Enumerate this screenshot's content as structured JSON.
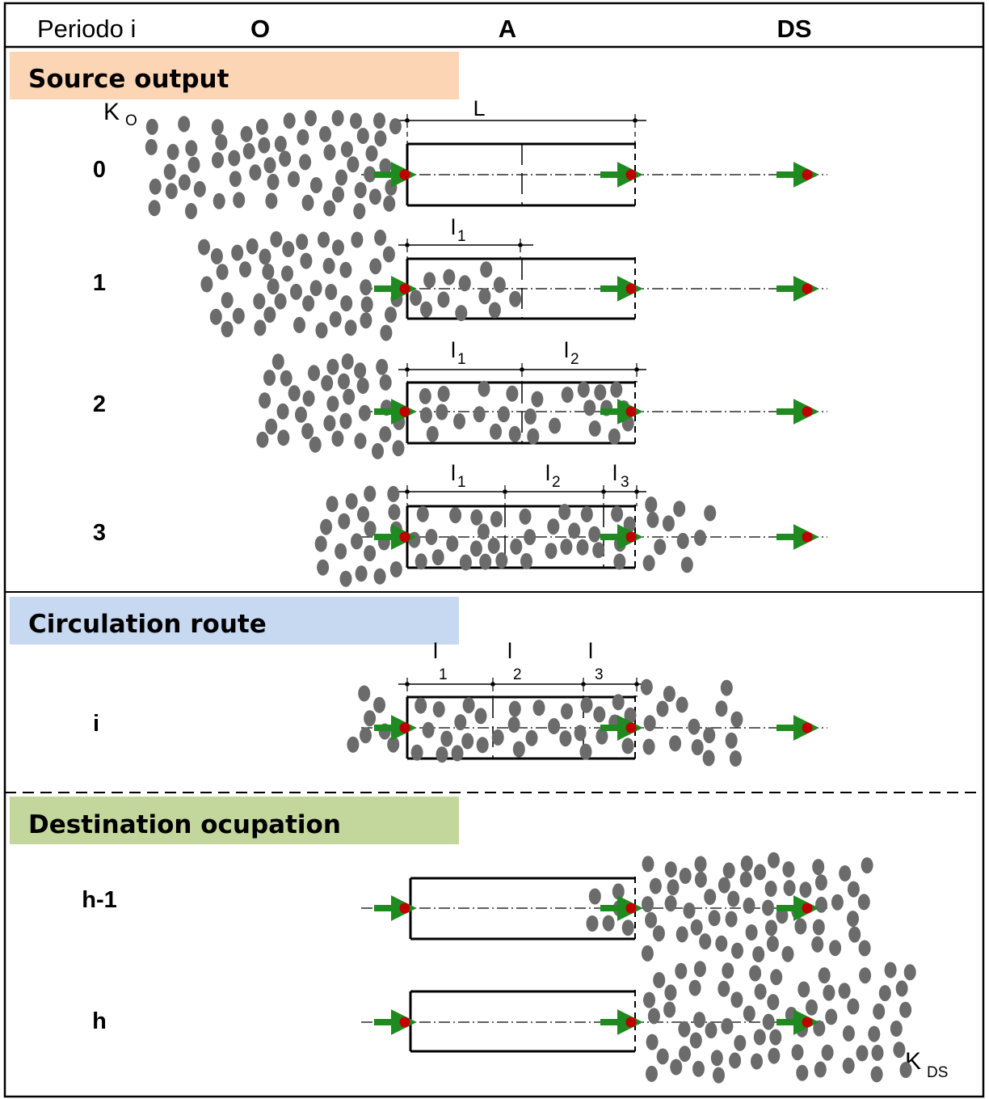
{
  "header": {
    "col_period": "Periodo i",
    "col_origin": "O",
    "col_access": "A",
    "col_destination": "DS"
  },
  "sections": {
    "source": {
      "title": "Source output",
      "color": "#fcd5b5"
    },
    "circulation": {
      "title": "Circulation route",
      "color": "#c6d9f1"
    },
    "destination": {
      "title": "Destination ocupation",
      "color": "#c3d69b"
    }
  },
  "labels": {
    "k_origin_main": "K",
    "k_origin_sub": "O",
    "k_dest_main": "K",
    "k_dest_sub": "DS",
    "length": "L",
    "seg_letter": "l",
    "sub1": "1",
    "sub2": "2",
    "sub3": "3"
  },
  "rows": {
    "r0": "0",
    "r1": "1",
    "r2": "2",
    "r3": "3",
    "ri": "i",
    "rh1": "h-1",
    "rh": "h"
  },
  "colors": {
    "vehicle": "#6b6b6b",
    "arrow": "#1f8a1f",
    "node": "#c00000",
    "line": "#000000"
  }
}
